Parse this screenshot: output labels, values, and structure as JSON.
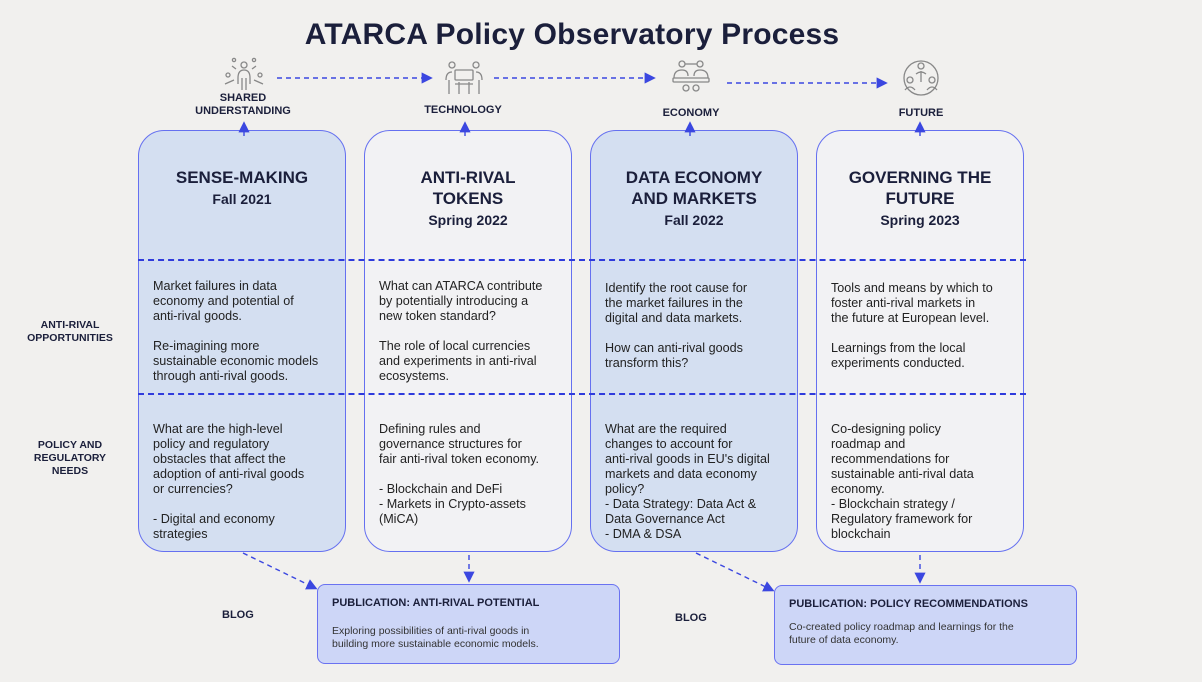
{
  "title": "ATARCA Policy Observatory Process",
  "stages": [
    {
      "label": "SHARED\nUNDERSTANDING",
      "icon": "people-network-icon"
    },
    {
      "label": "TECHNOLOGY",
      "icon": "people-technology-icon"
    },
    {
      "label": "ECONOMY",
      "icon": "people-economy-icon"
    },
    {
      "label": "FUTURE",
      "icon": "people-future-icon"
    }
  ],
  "row_labels": {
    "opportunities": "ANTI-RIVAL\nOPPORTUNITIES",
    "policy": "POLICY AND\nREGULATORY\nNEEDS"
  },
  "phases": [
    {
      "title": "SENSE-MAKING",
      "date": "Fall 2021",
      "opportunities": "Market failures in data\neconomy and potential of\nanti-rival goods.\n\nRe-imagining more\nsustainable economic models\nthrough anti-rival goods.",
      "policy": "What are the high-level\npolicy and regulatory\nobstacles that affect the\nadoption of anti-rival goods\nor currencies?\n\n- Digital and economy\nstrategies"
    },
    {
      "title": "ANTI-RIVAL\nTOKENS",
      "date": "Spring 2022",
      "opportunities": "What can ATARCA contribute\nby potentially introducing a\nnew token standard?\n\nThe role of local currencies\nand experiments in anti-rival\necosystems.",
      "policy": "Defining rules and\ngovernance structures for\nfair anti-rival token economy.\n\n- Blockchain and DeFi\n- Markets in Crypto-assets\n(MiCA)"
    },
    {
      "title": "DATA ECONOMY\nAND MARKETS",
      "date": "Fall 2022",
      "opportunities": "Identify the root cause for\nthe market failures in the\ndigital and data markets.\n\nHow can anti-rival goods\ntransform this?",
      "policy": "What are the required\nchanges to account for\nanti-rival goods in EU's digital\nmarkets and data economy\npolicy?\n- Data Strategy: Data Act &\nData Governance Act\n- DMA & DSA"
    },
    {
      "title": "GOVERNING THE\nFUTURE",
      "date": "Spring 2023",
      "opportunities": "Tools and means by which to\nfoster anti-rival markets in\nthe future at European level.\n\nLearnings from the local\nexperiments conducted.",
      "policy": "Co-designing policy\nroadmap and\nrecommendations for\nsustainable anti-rival data\neconomy.\n- Blockchain strategy /\nRegulatory framework for\nblockchain"
    }
  ],
  "publications": [
    {
      "title": "PUBLICATION: ANTI-RIVAL POTENTIAL",
      "description": "Exploring possibilities of anti-rival goods in\nbuilding more sustainable economic models."
    },
    {
      "title": "PUBLICATION: POLICY RECOMMENDATIONS",
      "description": "Co-created policy roadmap and learnings for the\nfuture of data economy."
    }
  ],
  "blog_labels": [
    "BLOG",
    "BLOG"
  ],
  "colors": {
    "arrow": "#3b47e0",
    "phase_blue": "#d4dff1",
    "phase_white": "#f2f2f4",
    "publication": "#cdd6f7",
    "divider": "#2f3bdc"
  }
}
